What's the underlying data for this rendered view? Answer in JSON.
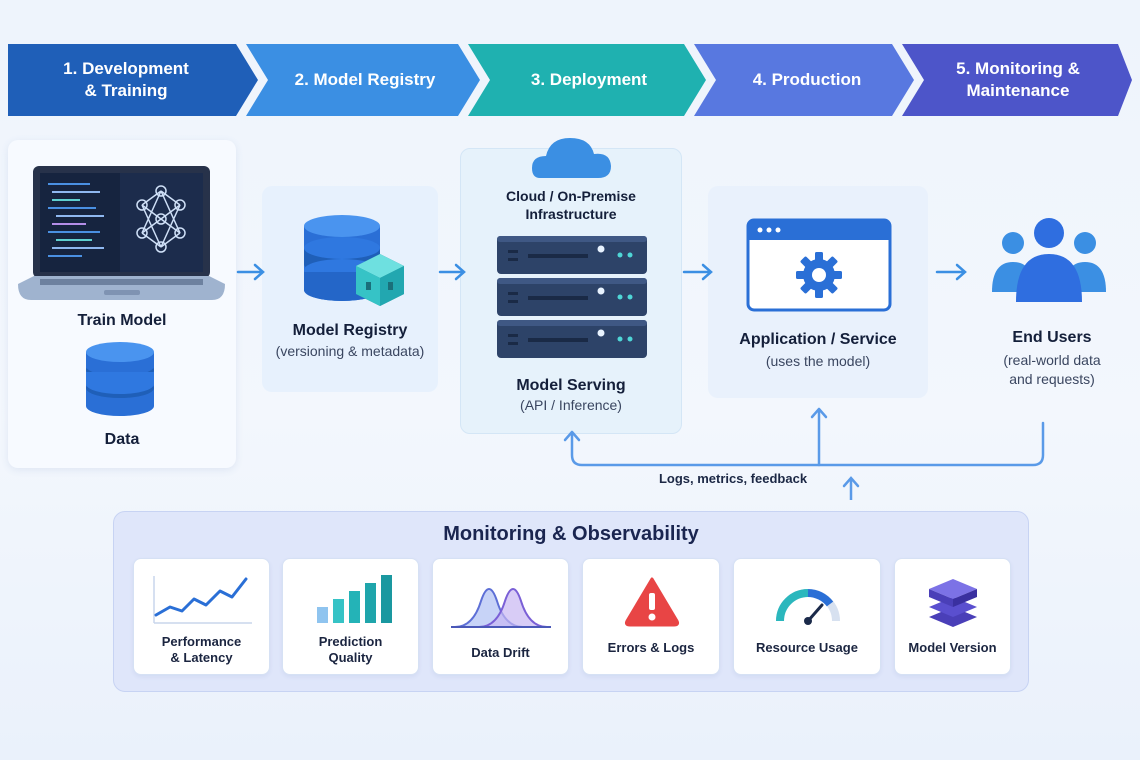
{
  "steps": [
    {
      "label": "1. Development\n& Training",
      "color": "#1f5fb8"
    },
    {
      "label": "2. Model Registry",
      "color": "#3b8fe3"
    },
    {
      "label": "3. Deployment",
      "color": "#1fb1b0"
    },
    {
      "label": "4. Production",
      "color": "#5878e0"
    },
    {
      "label": "5. Monitoring &\nMaintenance",
      "color": "#4d55c9"
    }
  ],
  "dev": {
    "train_label": "Train Model",
    "data_label": "Data"
  },
  "registry": {
    "title": "Model Registry",
    "subtitle": "(versioning & metadata)"
  },
  "deployment": {
    "infra_label": "Cloud / On-Premise\nInfrastructure",
    "title": "Model Serving",
    "subtitle": "(API / Inference)"
  },
  "production": {
    "title": "Application / Service",
    "subtitle": "(uses the model)"
  },
  "users": {
    "title": "End Users",
    "subtitle": "(real-world data\nand requests)"
  },
  "feedback_label": "Logs, metrics, feedback",
  "monitoring": {
    "title": "Monitoring & Observability",
    "cards": [
      {
        "label": "Performance\n& Latency",
        "icon": "line-chart-icon"
      },
      {
        "label": "Prediction\nQuality",
        "icon": "bar-chart-icon"
      },
      {
        "label": "Data Drift",
        "icon": "distribution-icon"
      },
      {
        "label": "Errors & Logs",
        "icon": "warning-icon"
      },
      {
        "label": "Resource Usage",
        "icon": "gauge-icon"
      },
      {
        "label": "Model Version",
        "icon": "layers-icon"
      }
    ]
  },
  "colors": {
    "arrow": "#3b8fe3",
    "accent": "#2a6fd6",
    "teal": "#36c3c6"
  }
}
